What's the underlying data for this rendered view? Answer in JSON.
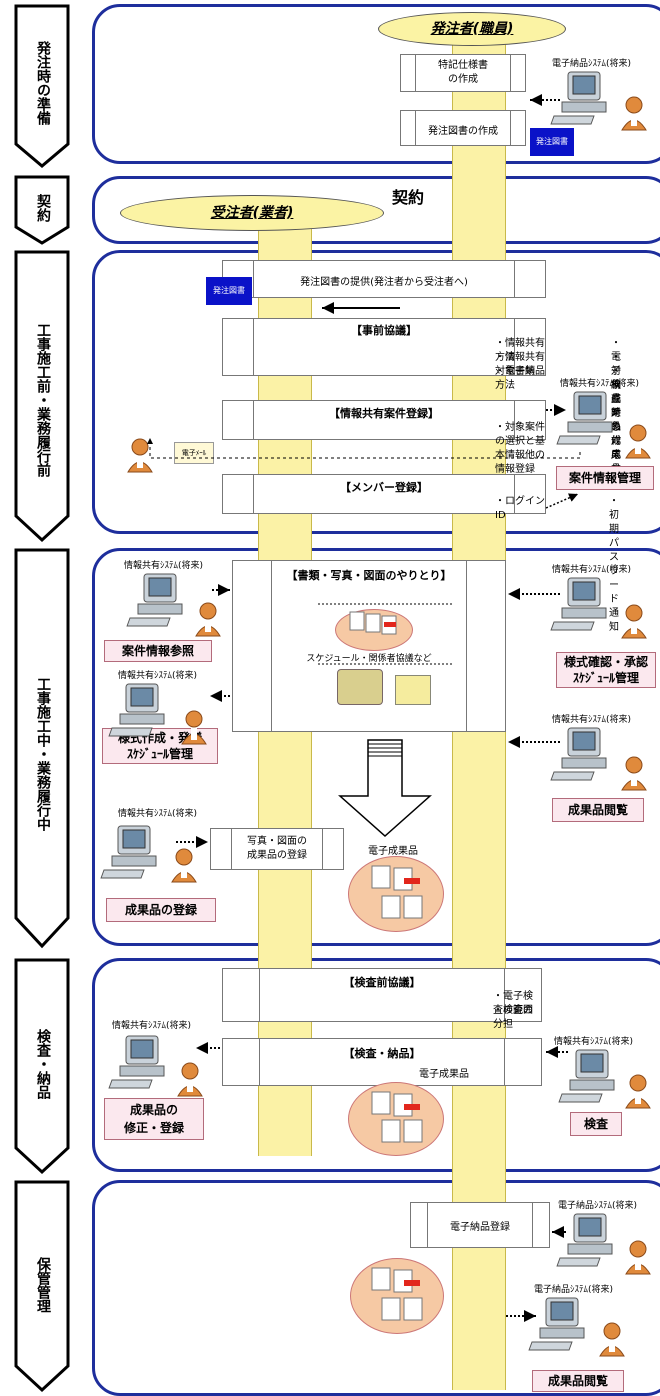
{
  "phases": [
    {
      "label": "発注時の準備"
    },
    {
      "label": "契約"
    },
    {
      "label": "工事施工前・業務履行前"
    },
    {
      "label": "工事施工中・業務履行中"
    },
    {
      "label": "検査・納品"
    },
    {
      "label": "保管管理"
    }
  ],
  "actors": {
    "orderer": "発注者(職員)",
    "contractor": "受注者(業者)"
  },
  "contract_label": "契約",
  "prep": {
    "step1": "特記仕様書\nの作成",
    "step2": "発注図書の作成",
    "doc_badge": "発注図書",
    "system": "電子納品ｼｽﾃﾑ(将来)"
  },
  "pre": {
    "provide": "発注図書の提供(発注者から受注者へ)",
    "doc_badge": "発注図書",
    "consult_title": "【事前協議】",
    "consult_items": [
      "・情報共有方法",
      "・情報共有対象書類",
      "・電子納品方法",
      "・電子納品対象成果品",
      "・対象成果品作成方法",
      "・検査時の対応"
    ],
    "reg_title": "【情報共有案件登録】",
    "reg_item": "・対象案件の選択と基本情報他の情報登録",
    "member_title": "【メンバー登録】",
    "member_item1": "・ログインID",
    "member_item2": "・初期パスワード通知",
    "email": "電子ﾒｰﾙ",
    "system": "情報共有ｼｽﾃﾑ(将来)",
    "cloud": "案件情報管理"
  },
  "during": {
    "exchange_title": "【書類・写真・図面のやりとり】",
    "schedule": "スケジュール・関係者協議など",
    "sys_left1": "情報共有ｼｽﾃﾑ(将来)",
    "cloud_left1": "案件情報参照",
    "sys_left2": "情報共有ｼｽﾃﾑ(将来)",
    "cloud_left2a": "様式作成・発議",
    "cloud_left2b": "ｽｹｼﾞｭｰﾙ管理",
    "sys_right1": "情報共有ｼｽﾃﾑ(将来)",
    "cloud_right1a": "様式確認・承認",
    "cloud_right1b": "ｽｹｼﾞｭｰﾙ管理",
    "sys_right2": "情報共有ｼｽﾃﾑ(将来)",
    "cloud_right2": "成果品閲覧",
    "photo_reg": "写真・図面の\n成果品の登録",
    "deliverable": "電子成果品",
    "sys_left3": "情報共有ｼｽﾃﾑ(将来)",
    "cloud_left3": "成果品の登録"
  },
  "inspect": {
    "pre_title": "【検査前協議】",
    "pre_item1": "・電子検査の範囲",
    "pre_item2": "・検査の分担",
    "insp_title": "【検査・納品】",
    "deliverable": "電子成果品",
    "sys_left": "情報共有ｼｽﾃﾑ(将来)",
    "cloud_left": "成果品の\n修正・登録",
    "sys_right": "情報共有ｼｽﾃﾑ(将来)",
    "cloud_right": "検査"
  },
  "storage": {
    "reg": "電子納品登録",
    "sys1": "電子納品ｼｽﾃﾑ(将来)",
    "sys2": "電子納品ｼｽﾃﾑ(将来)",
    "cloud": "成果品閲覧"
  }
}
